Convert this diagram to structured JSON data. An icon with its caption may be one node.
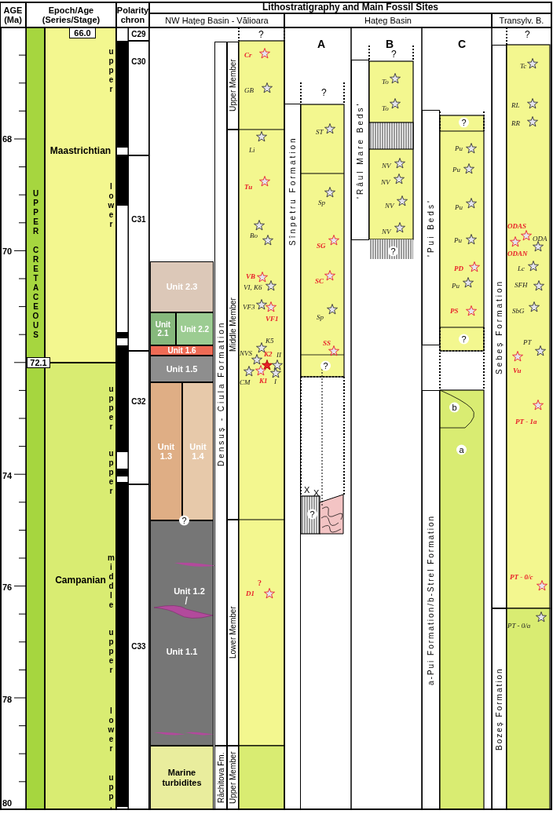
{
  "diagram": {
    "nodes": [
      {
        "text": [
          "AGE (Ma)"
        ]
      },
      {
        "text": [
          "Epoch/Age (Series/Stage)"
        ]
      },
      {
        "text": [
          "Polarity chron"
        ]
      },
      {
        "text": [
          "Lithostratigraphy and Main Fossil Sites"
        ]
      },
      {
        "text": [
          "NW Hațeg Basin - Vălioara"
        ]
      },
      {
        "text": [
          "Hațeg Basin"
        ]
      },
      {
        "text": [
          "Transylv. B."
        ]
      },
      {
        "text": [
          "UPPER CRETACEOUS"
        ]
      },
      {
        "text": [
          "Maastrichtian"
        ]
      },
      {
        "text": [
          "Campanian"
        ]
      },
      {
        "text": [
          "C29"
        ]
      },
      {
        "text": [
          "C30"
        ]
      },
      {
        "text": [
          "C31"
        ]
      },
      {
        "text": [
          "C32"
        ]
      },
      {
        "text": [
          "C33"
        ]
      },
      {
        "text": [
          "Unit 2.3"
        ]
      },
      {
        "text": [
          "Unit 2.1"
        ]
      },
      {
        "text": [
          "Unit 2.2"
        ]
      },
      {
        "text": [
          "Unit 1.6"
        ]
      },
      {
        "text": [
          "Unit 1.5"
        ]
      },
      {
        "text": [
          "Unit 1.3"
        ]
      },
      {
        "text": [
          "Unit 1.4"
        ]
      },
      {
        "text": [
          "Unit 1.1"
        ]
      },
      {
        "text": [
          "Unit 1.2"
        ],
        "in": 22
      },
      {
        "text": [],
        "shape": "lens",
        "in": 22
      },
      {
        "text": [
          "Marine turbidites"
        ]
      },
      {
        "text": [
          "Densuș - Ciula Formation"
        ]
      },
      {
        "text": [
          "Răchitova Fm."
        ]
      },
      {
        "text": [
          "Upper Member"
        ]
      },
      {
        "text": [
          "Middle Member"
        ]
      },
      {
        "text": [
          "Lower Member"
        ]
      },
      {
        "text": [
          "Upper Member"
        ]
      },
      {
        "text": [
          "Sînpetru Formation"
        ]
      },
      {
        "text": [
          "'Râul Mare Beds'"
        ]
      },
      {
        "text": [
          "'Pui Beds'"
        ]
      },
      {
        "text": [
          "a-Pui Formation/b-Strel Formation"
        ]
      },
      {
        "text": [
          "Sebeș Formation"
        ]
      },
      {
        "text": [
          "Bozeș Formation"
        ]
      }
    ],
    "edges": [
      {
        "from": 23,
        "to": 24,
        "arrow": "none"
      }
    ],
    "labels": [
      "66.0",
      "68",
      "70",
      "72.1",
      "74",
      "76",
      "78",
      "80",
      "upper",
      "lower",
      "upper",
      "upper",
      "middle",
      "upper",
      "lower",
      "upp.",
      "A",
      "B",
      "C",
      "?",
      "Cr",
      "GB",
      "Li",
      "Tu",
      "Bo",
      "VB",
      "VI, K6",
      "VF3",
      "VF1",
      "K5",
      "NVS",
      "K2",
      "II",
      "CM",
      "K1",
      "I",
      "?",
      "D1",
      "?",
      "ST",
      "Sp",
      "SG",
      "SC",
      "Sp",
      "SS",
      "?",
      "X",
      "X",
      "?",
      "?",
      "To",
      "To",
      "NV",
      "NV",
      "NV",
      "NV",
      "?",
      "?",
      "Pu",
      "Pu",
      "Pu",
      "Pu",
      "PD",
      "Pu",
      "PS",
      "?",
      "b",
      "a",
      "?",
      "Tc",
      "RL",
      "RR",
      "ODAS",
      "ODA",
      "ODAN",
      "Lc",
      "SFH",
      "SbG",
      "PT",
      "Vu",
      "PT - 1a",
      "PT - 0/c",
      "PT - 0/a",
      "?"
    ]
  }
}
